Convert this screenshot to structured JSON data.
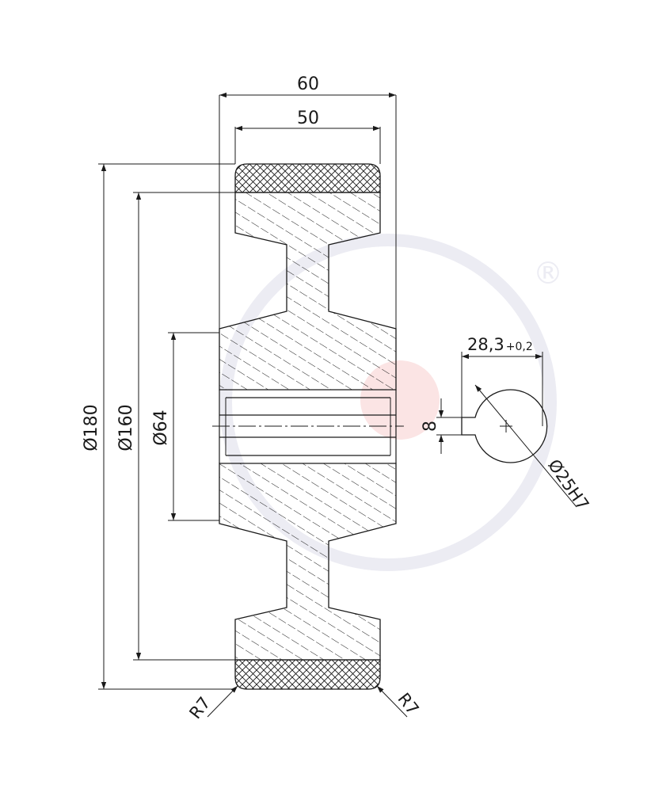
{
  "drawing": {
    "dimensions": {
      "overall_width": "60",
      "tread_width": "50",
      "outer_diameter": "Ø180",
      "rim_diameter": "Ø160",
      "hub_diameter": "Ø64",
      "keyway_depth": "28,3",
      "keyway_tolerance": "+0,2",
      "keyway_width": "8",
      "bore": "Ø25H7",
      "radius_left": "R7",
      "radius_right": "R7"
    },
    "watermark": {
      "registered_mark": "®"
    }
  }
}
